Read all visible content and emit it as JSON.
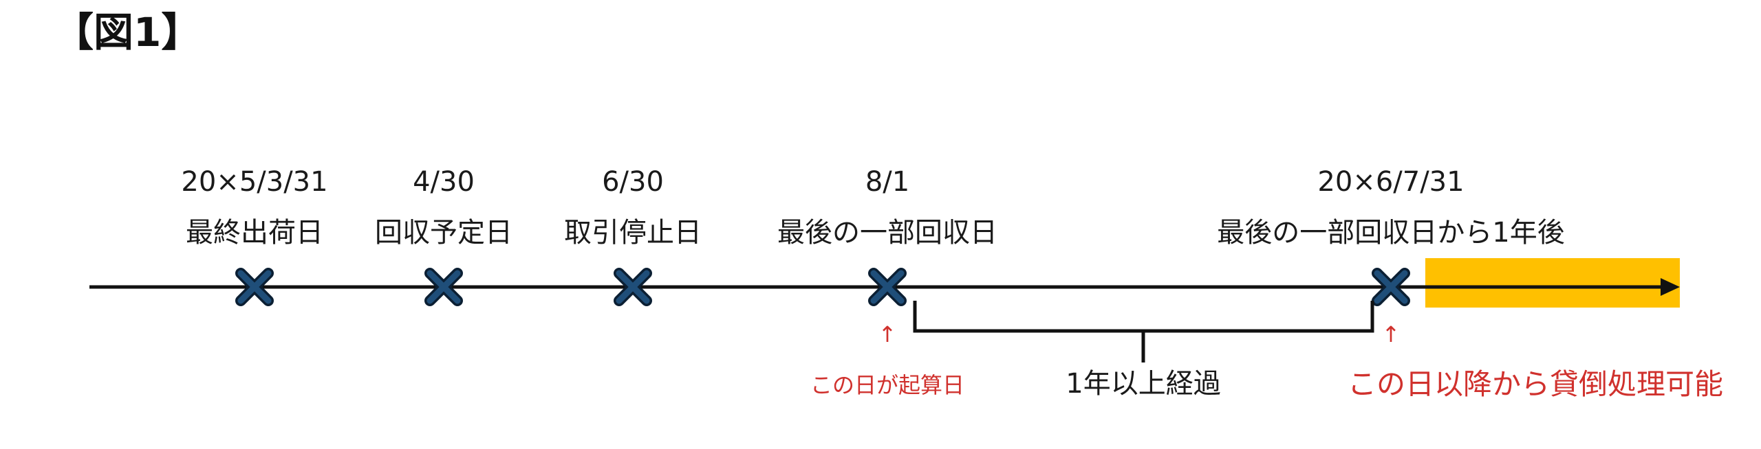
{
  "title": "【図1】",
  "colors": {
    "line": "#111111",
    "marker_fill": "#1f4e79",
    "marker_stroke": "#0b1f33",
    "highlight": "#ffc000",
    "red": "#d0312d"
  },
  "icons": {
    "marker": "x-mark-icon",
    "arrow": "up-arrow-icon"
  },
  "events": [
    {
      "date": "20×5/3/31",
      "label": "最終出荷日"
    },
    {
      "date": "4/30",
      "label": "回収予定日"
    },
    {
      "date": "6/30",
      "label": "取引停止日"
    },
    {
      "date": "8/1",
      "label": "最後の一部回収日"
    },
    {
      "date": "20×6/7/31",
      "label": "最後の一部回収日から1年後"
    }
  ],
  "annotations": {
    "start_arrow": "↑",
    "start_note": "この日が起算日",
    "interval": "1年以上経過",
    "end_arrow": "↑",
    "end_note": "この日以降から貸倒処理可能"
  }
}
